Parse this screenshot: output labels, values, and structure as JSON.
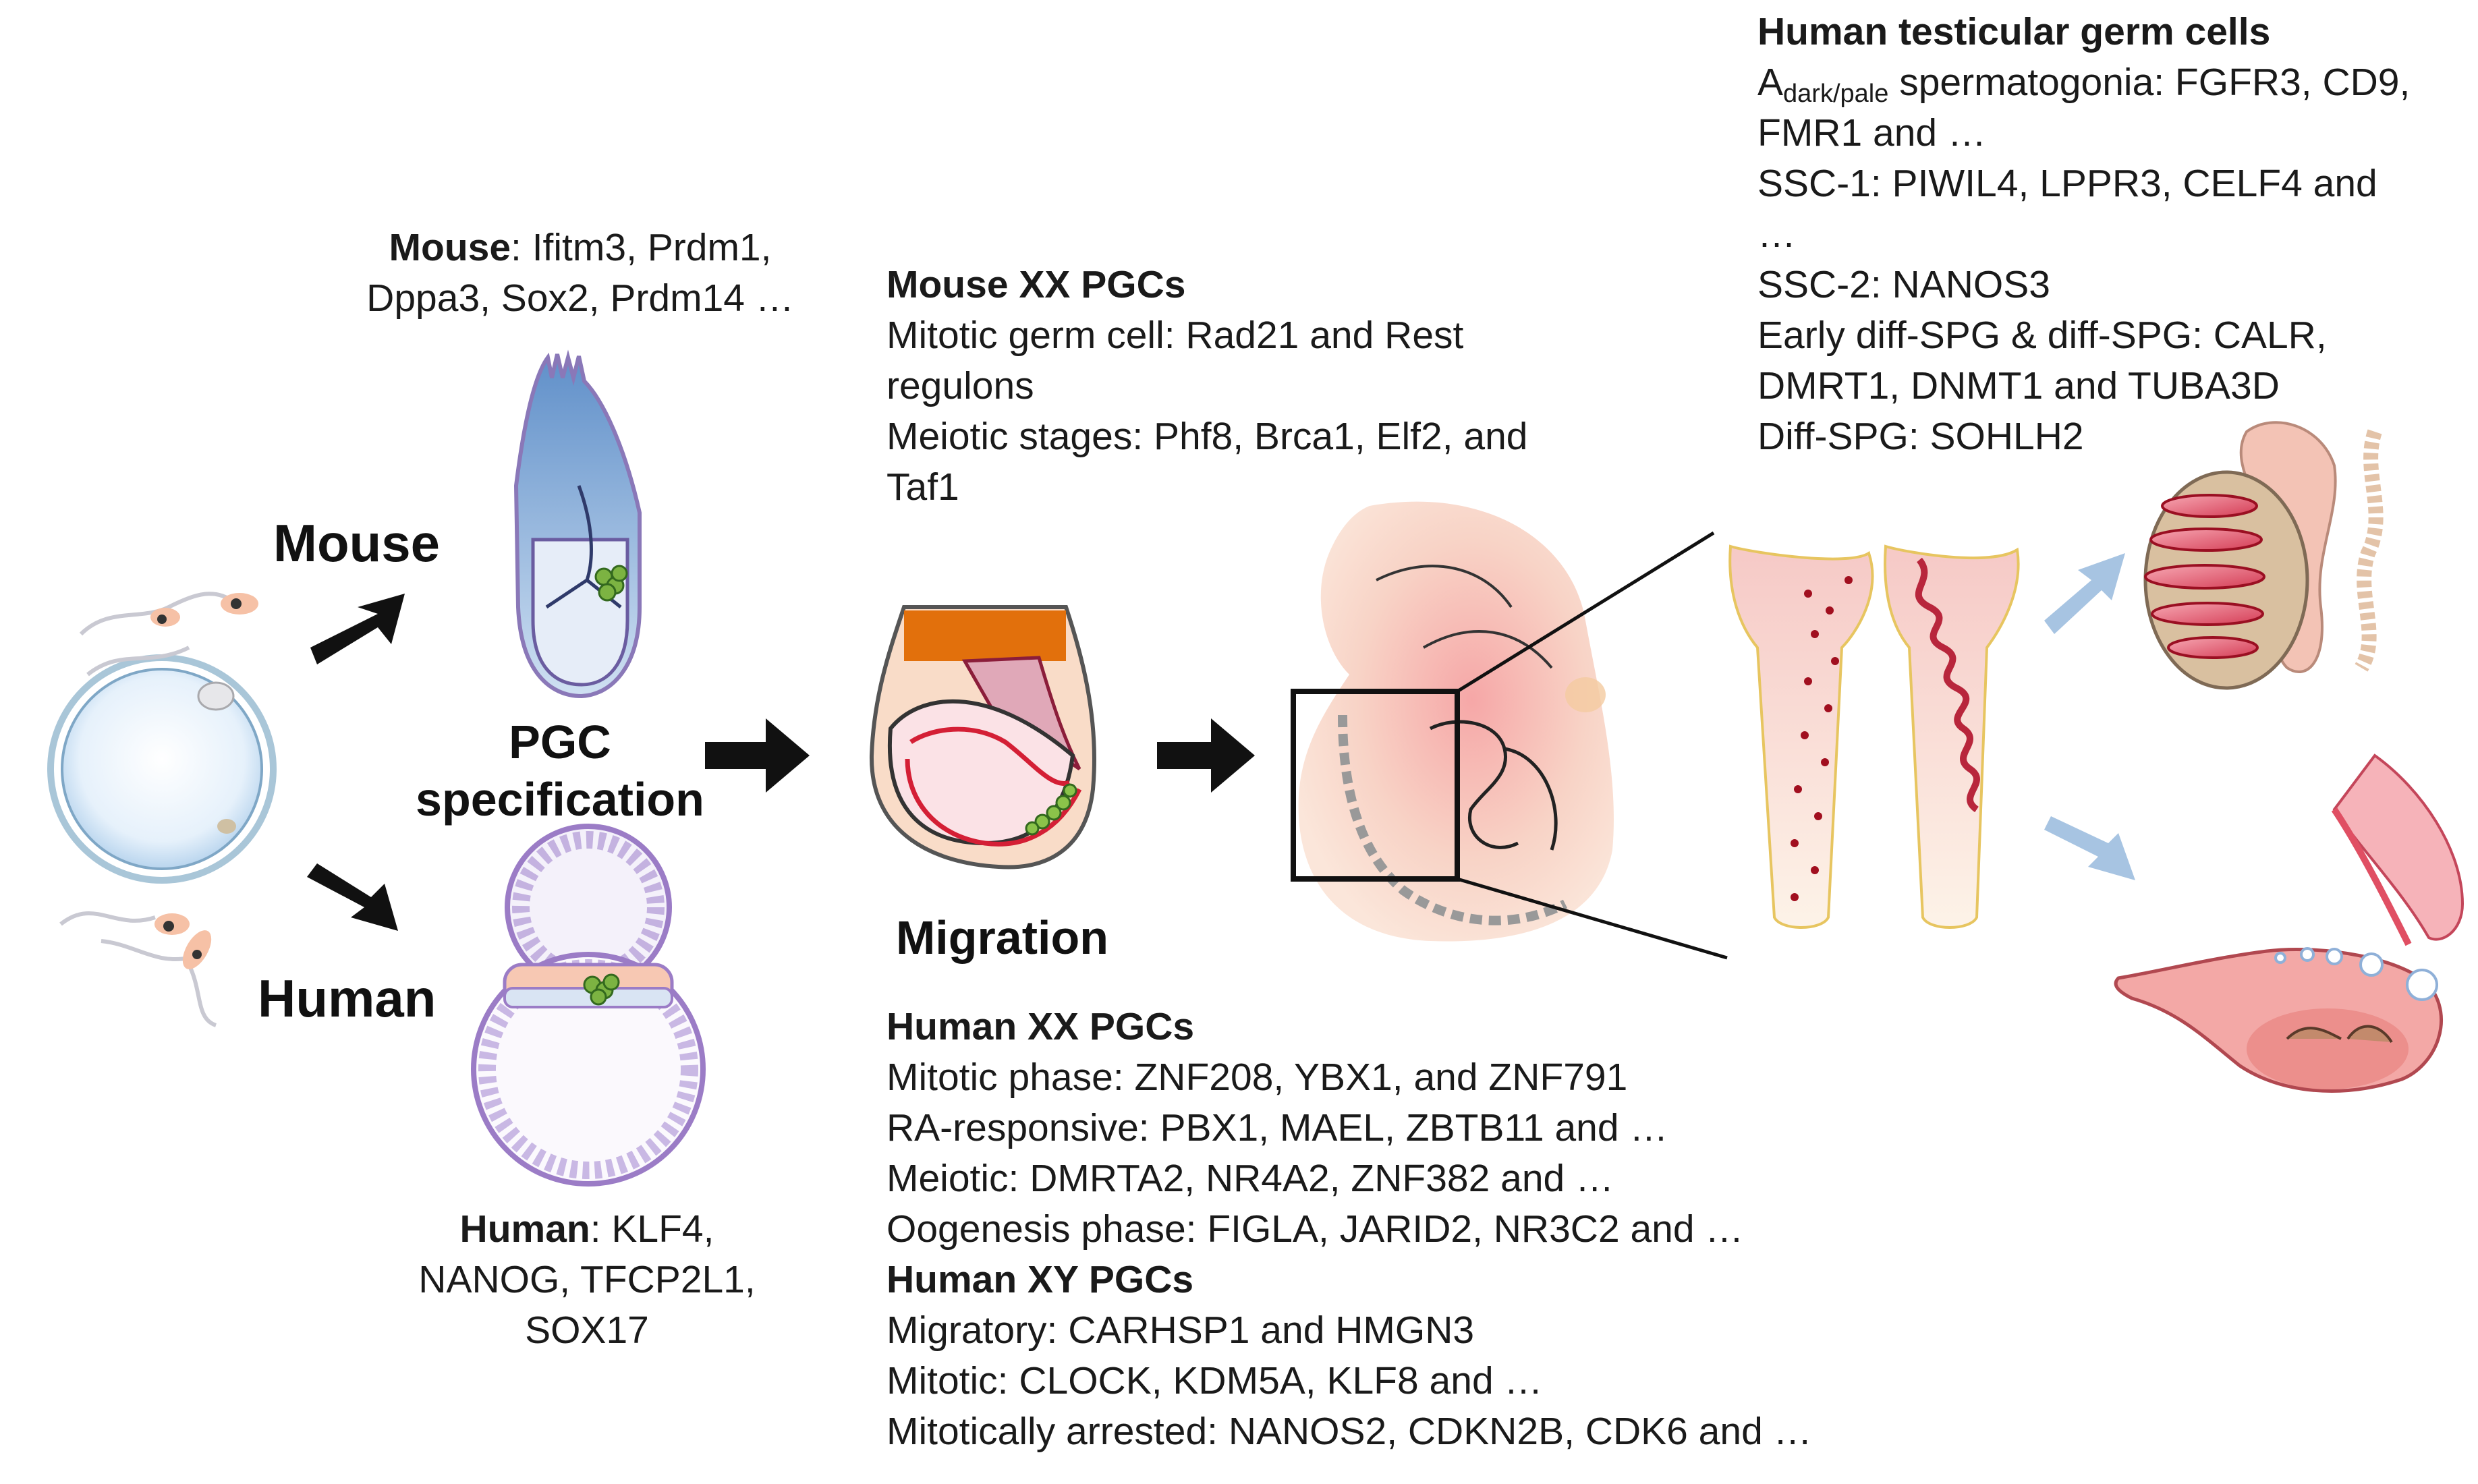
{
  "species": {
    "mouse": "Mouse",
    "human": "Human"
  },
  "stages": {
    "pgc_line1": "PGC",
    "pgc_line2": "specification",
    "migration": "Migration"
  },
  "mouse_markers": {
    "label": "Mouse",
    "line1": ": Ifitm3, Prdm1,",
    "line2": "Dppa3, Sox2, Prdm14 …"
  },
  "human_markers": {
    "label": "Human",
    "line1": ": KLF4,",
    "line2": "NANOG, TFCP2L1,",
    "line3": "SOX17"
  },
  "mouse_xx": {
    "title": "Mouse XX PGCs",
    "lines": [
      "Mitotic germ cell: Rad21 and Rest",
      "regulons",
      "Meiotic stages: Phf8, Brca1, Elf2, and",
      "Taf1"
    ]
  },
  "human_xx": {
    "title": "Human XX PGCs",
    "lines": [
      "Mitotic phase: ZNF208, YBX1, and ZNF791",
      "RA-responsive: PBX1, MAEL, ZBTB11 and …",
      "Meiotic: DMRTA2, NR4A2, ZNF382 and …",
      "Oogenesis phase: FIGLA, JARID2, NR3C2 and …"
    ]
  },
  "human_xy": {
    "title": "Human XY PGCs",
    "lines": [
      "Migratory: CARHSP1 and HMGN3",
      "Mitotic: CLOCK, KDM5A, KLF8 and …",
      "Mitotically arrested: NANOS2, CDKN2B, CDK6 and …"
    ]
  },
  "testis": {
    "title": "Human testicular germ cells",
    "a_prefix": "A",
    "a_sub": "dark/pale",
    "a_rest": " spermatogonia: FGFR3, CD9,",
    "lines": [
      "FMR1 and …",
      "SSC-1: PIWIL4, LPPR3, CELF4 and",
      "…",
      "SSC-2: NANOS3",
      "Early diff-SPG & diff-SPG: CALR,",
      "DMRT1, DNMT1 and TUBA3D",
      "Diff-SPG: SOHLH2"
    ]
  }
}
